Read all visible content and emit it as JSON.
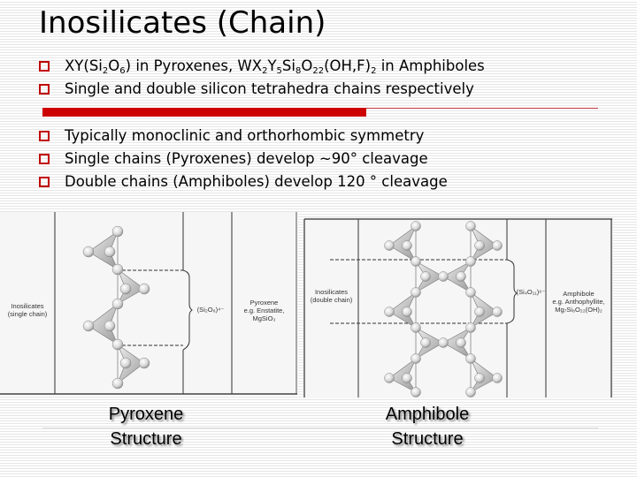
{
  "slide": {
    "title": "Inosilicates  (Chain)",
    "accent_color": "#cc0000",
    "bullets_group1": [
      {
        "parts": [
          "XY(Si",
          "2",
          "O",
          "6",
          ") in Pyroxenes, WX",
          "2",
          "Y",
          "5",
          "Si",
          "8",
          "O",
          "22",
          "(OH,F)",
          "2",
          " in Amphiboles"
        ]
      },
      {
        "text": "Single and double silicon tetrahedra chains respectively"
      }
    ],
    "bullets_group2": [
      {
        "text": "Typically monoclinic and orthorhombic symmetry"
      },
      {
        "text": "Single chains (Pyroxenes) develop ~90° cleavage"
      },
      {
        "text": "Double chains (Amphiboles) develop 120 ° cleavage"
      }
    ]
  },
  "figures": {
    "pyroxene": {
      "left_label_line1": "Inosilicates",
      "left_label_line2": "(single chain)",
      "unit_formula": "(Si₂O₆)⁴⁻",
      "right_label_line1": "Pyroxene",
      "right_label_line2": "e.g. Enstatite,",
      "right_label_line3": "MgSiO₃",
      "caption_line1": "Pyroxene",
      "caption_line2": "Structure"
    },
    "amphibole": {
      "left_label_line1": "Inosilicates",
      "left_label_line2": "(double chain)",
      "unit_formula": "(Si₄O₁₁)⁶⁻",
      "right_label_line1": "Amphibole",
      "right_label_line2": "e.g. Anthophyllite,",
      "right_label_line3": "Mg₇Si₈O₂₂(OH)₂",
      "caption_line1": "Amphibole",
      "caption_line2": "Structure"
    }
  }
}
